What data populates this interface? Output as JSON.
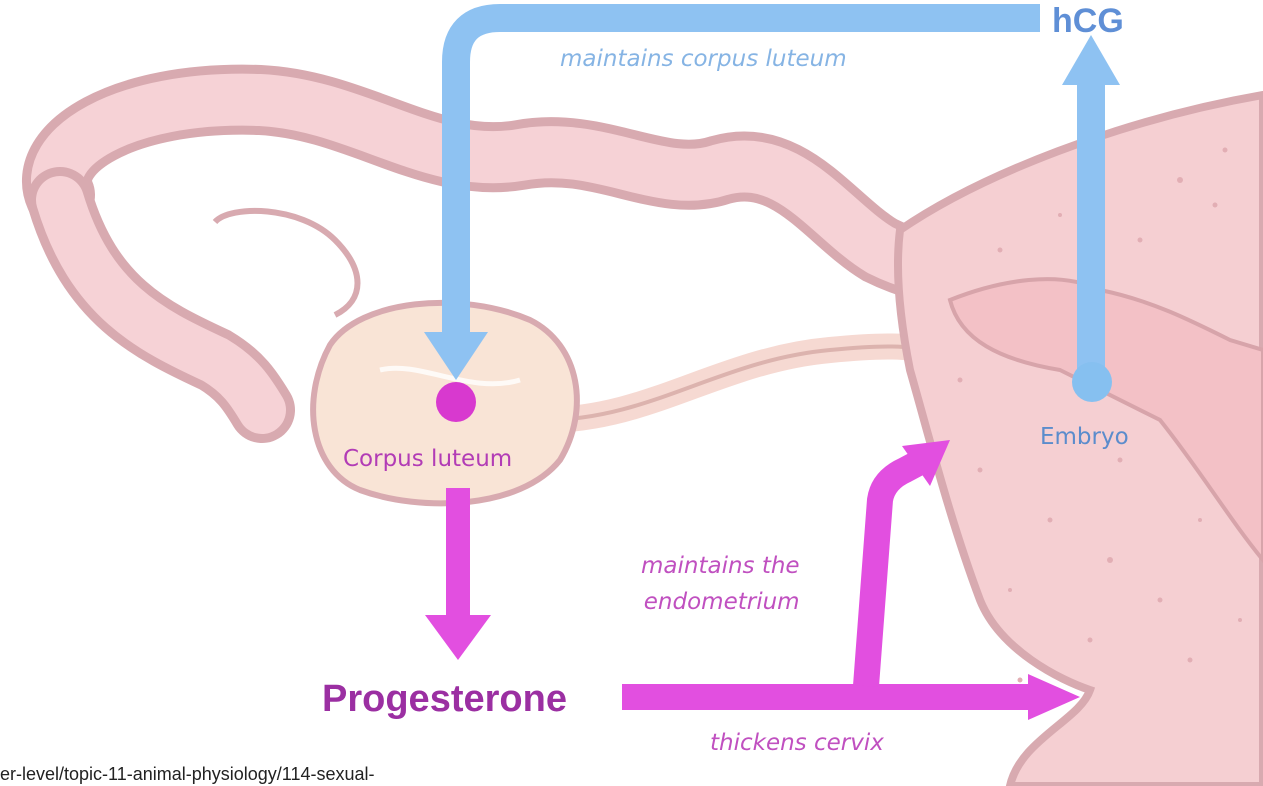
{
  "labels": {
    "hcg": "hCG",
    "maintains_corpus_luteum": "maintains corpus luteum",
    "corpus_luteum": "Corpus luteum",
    "embryo": "Embryo",
    "maintains_endometrium_line1": "maintains the",
    "maintains_endometrium_line2": "endometrium",
    "progesterone": "Progesterone",
    "thickens_cervix": "thickens cervix"
  },
  "source_text": "er-level/topic-11-animal-physiology/114-sexual-",
  "colors": {
    "hcg_arrow": "#8ec2f2",
    "progesterone_arrow": "#e24fe0",
    "corpus_luteum_dot": "#d839cf",
    "embryo_dot": "#86c0f0",
    "anatomy_outline": "#d8aab0",
    "anatomy_fill": "#f5cfd2"
  }
}
